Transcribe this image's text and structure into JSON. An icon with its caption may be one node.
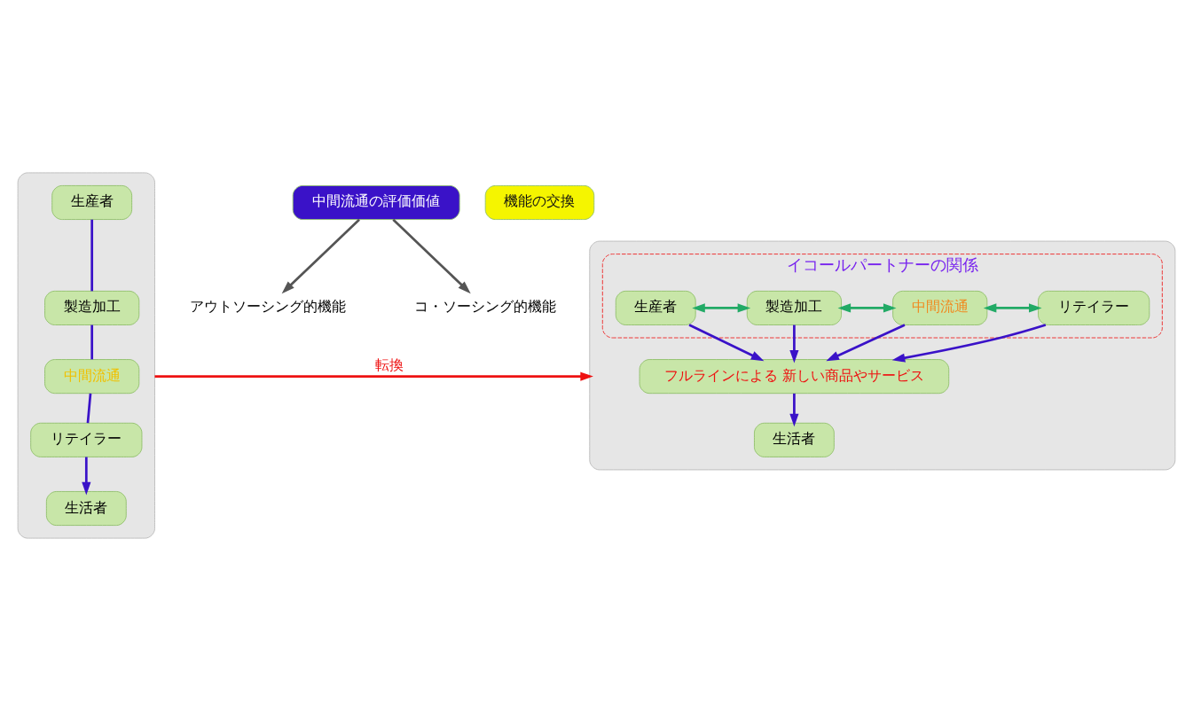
{
  "diagram": {
    "nodes": [
      {
        "text": [],
        "shape": "box"
      },
      {
        "text": [
          "生産者"
        ],
        "in": 0
      },
      {
        "text": [
          "製造加工"
        ],
        "in": 0
      },
      {
        "text": [
          "中間流通"
        ],
        "in": 0
      },
      {
        "text": [
          "リテイラー"
        ],
        "in": 0
      },
      {
        "text": [
          "生活者"
        ],
        "in": 0
      },
      {
        "text": [
          "中間流通の評価価値"
        ]
      },
      {
        "text": [
          "アウトソーシング的機能"
        ]
      },
      {
        "text": [
          "コ・ソーシング的機能"
        ]
      },
      {
        "text": [],
        "shape": "box"
      },
      {
        "text": [
          "イコールパートナーの関係"
        ],
        "in": 9
      },
      {
        "text": [
          "生産者"
        ],
        "in": 10
      },
      {
        "text": [
          "製造加工"
        ],
        "in": 10
      },
      {
        "text": [
          "中間流通"
        ],
        "in": 10
      },
      {
        "text": [
          "リテイラー"
        ],
        "in": 10
      },
      {
        "text": [
          "機能の交換"
        ]
      },
      {
        "text": [
          "フルラインによる 新しい商品やサービス"
        ],
        "in": 9
      },
      {
        "text": [
          "生活者"
        ],
        "in": 9
      }
    ],
    "edges": [
      {
        "from": 1,
        "to": 2,
        "arrow": "none"
      },
      {
        "from": 2,
        "to": 3,
        "arrow": "none"
      },
      {
        "from": 3,
        "to": 4,
        "arrow": "none"
      },
      {
        "from": 4,
        "to": 5,
        "arrow": "to"
      },
      {
        "from": 6,
        "to": 7,
        "arrow": "to",
        "color": "#555555"
      },
      {
        "from": 6,
        "to": 8,
        "arrow": "to",
        "color": "#555555"
      },
      {
        "from": 0,
        "to": 9,
        "arrow": "to",
        "label": "転換",
        "color": "#ee1111"
      },
      {
        "from": 11,
        "to": 12,
        "arrow": "both",
        "color": "#22aa66"
      },
      {
        "from": 12,
        "to": 13,
        "arrow": "both",
        "color": "#22aa66"
      },
      {
        "from": 13,
        "to": 14,
        "arrow": "both",
        "color": "#22aa66"
      },
      {
        "from": 11,
        "to": 16,
        "arrow": "to"
      },
      {
        "from": 12,
        "to": 16,
        "arrow": "to"
      },
      {
        "from": 13,
        "to": 16,
        "arrow": "to"
      },
      {
        "from": 14,
        "to": 16,
        "arrow": "to"
      },
      {
        "from": 16,
        "to": 17,
        "arrow": "to"
      }
    ]
  }
}
